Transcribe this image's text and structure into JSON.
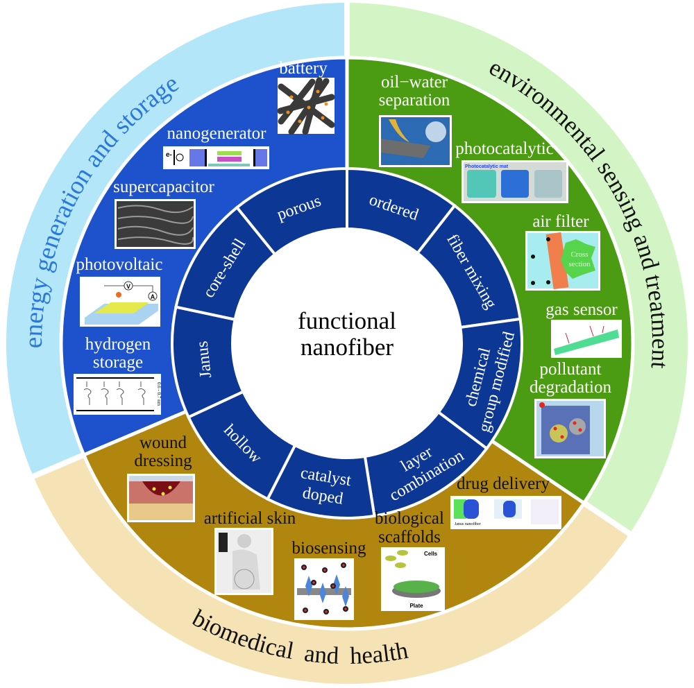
{
  "center": {
    "line1": "functional",
    "line2": "nanofiber"
  },
  "colors": {
    "energy_outer": "#b3e6f9",
    "energy_inner": "#1d52cc",
    "env_outer": "#d3f5c6",
    "env_inner": "#4b9c12",
    "bio_outer": "#f6e3b5",
    "bio_inner": "#b1860f",
    "ring": "#0d3795"
  },
  "categories": {
    "energy": {
      "title": "energy generation and storage"
    },
    "environment": {
      "title": "environmental sensing and treatment"
    },
    "biomedical": {
      "title": "biomedical and health"
    }
  },
  "structures": [
    {
      "lines": [
        "porous"
      ]
    },
    {
      "lines": [
        "ordered"
      ]
    },
    {
      "lines": [
        "fiber mixing"
      ]
    },
    {
      "lines": [
        "chemical",
        "group modified"
      ]
    },
    {
      "lines": [
        "layer",
        "combination"
      ]
    },
    {
      "lines": [
        "catalyst",
        "doped"
      ]
    },
    {
      "lines": [
        "hollow"
      ]
    },
    {
      "lines": [
        "Janus"
      ]
    },
    {
      "lines": [
        "core-shell"
      ]
    }
  ],
  "applications": {
    "battery": [
      "battery"
    ],
    "nanogenerator": [
      "nanogenerator"
    ],
    "supercapacitor": [
      "supercapacitor"
    ],
    "photovoltaic": [
      "photovoltaic"
    ],
    "hydrogen_storage": [
      "hydrogen",
      "storage"
    ],
    "oil_water": [
      "oil−water",
      "separation"
    ],
    "photocatalytic": [
      "photocatalytic"
    ],
    "air_filter": [
      "air filter"
    ],
    "gas_sensor": [
      "gas sensor"
    ],
    "pollutant": [
      "pollutant",
      "degradation"
    ],
    "wound": [
      "wound",
      "dressing"
    ],
    "artificial_skin": [
      "artificial skin"
    ],
    "biosensing": [
      "biosensing"
    ],
    "scaffolds": [
      "biological",
      "scaffolds"
    ],
    "drug_delivery": [
      "drug delivery"
    ]
  },
  "image_text": {
    "nanogenerator_e": "e-",
    "photovoltaic_v": "V",
    "photovoltaic_a": "A",
    "hydrogen_dim": "0.6 - 0.7 nm",
    "photocatalytic_mat": "Photocatalytic mat",
    "air_filter_cross": "Cross",
    "air_filter_section": "section",
    "scaffold_cells": "Cells",
    "scaffold_plate": "Plate",
    "drug_janus": "Janus nanofiber"
  }
}
